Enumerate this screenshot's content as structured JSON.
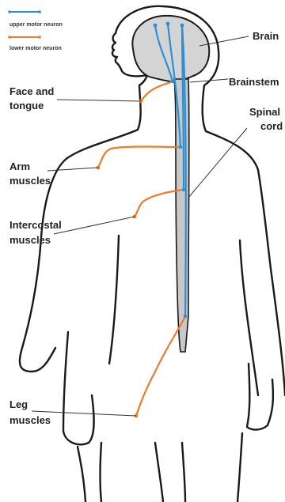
{
  "legend": {
    "upper": {
      "label": "upper motor neuron",
      "color": "#2a8fd6"
    },
    "lower": {
      "label": "lower motor neuron",
      "color": "#f07a2a"
    }
  },
  "labels": {
    "brain": "Brain",
    "brainstem": "Brainstem",
    "spinal_cord_1": "Spinal",
    "spinal_cord_2": "cord",
    "face_1": "Face and",
    "face_2": "tongue",
    "arm_1": "Arm",
    "arm_2": "muscles",
    "intercostal_1": "Intercostal",
    "intercostal_2": "muscles",
    "leg_1": "Leg",
    "leg_2": "muscles"
  },
  "colors": {
    "outline": "#1a1a1a",
    "brain_fill": "#d4d4d4",
    "cord_fill": "#c8c8c8"
  }
}
